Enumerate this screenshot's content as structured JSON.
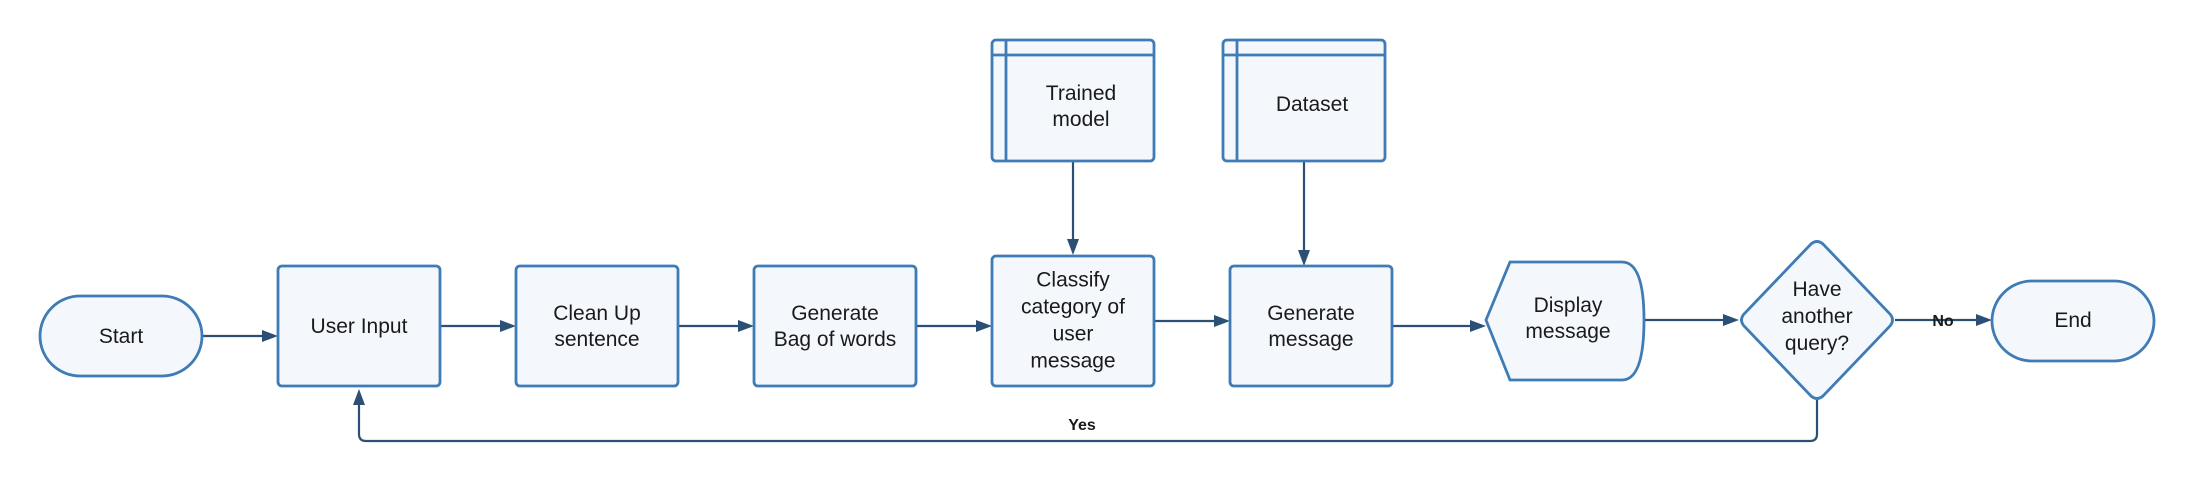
{
  "nodes": {
    "start": {
      "label": [
        "Start"
      ]
    },
    "user_input": {
      "label": [
        "User Input"
      ]
    },
    "clean_up": {
      "label": [
        "Clean Up",
        "sentence"
      ]
    },
    "bag_of_words": {
      "label": [
        "Generate",
        "Bag of words"
      ]
    },
    "classify": {
      "label": [
        "Classify",
        "category of",
        "user",
        "message"
      ]
    },
    "generate_message": {
      "label": [
        "Generate",
        "message"
      ]
    },
    "display_message": {
      "label": [
        "Display",
        "message"
      ]
    },
    "decision": {
      "label": [
        "Have",
        "another",
        "query?"
      ]
    },
    "end": {
      "label": [
        "End"
      ]
    },
    "trained_model": {
      "label": [
        "Trained",
        "model"
      ]
    },
    "dataset": {
      "label": [
        "Dataset"
      ]
    }
  },
  "edges": {
    "no_label": "No",
    "yes_label": "Yes"
  },
  "colors": {
    "node_fill": "#f4f8fd",
    "node_stroke": "#3f7bb5",
    "edge": "#2b4f75"
  }
}
